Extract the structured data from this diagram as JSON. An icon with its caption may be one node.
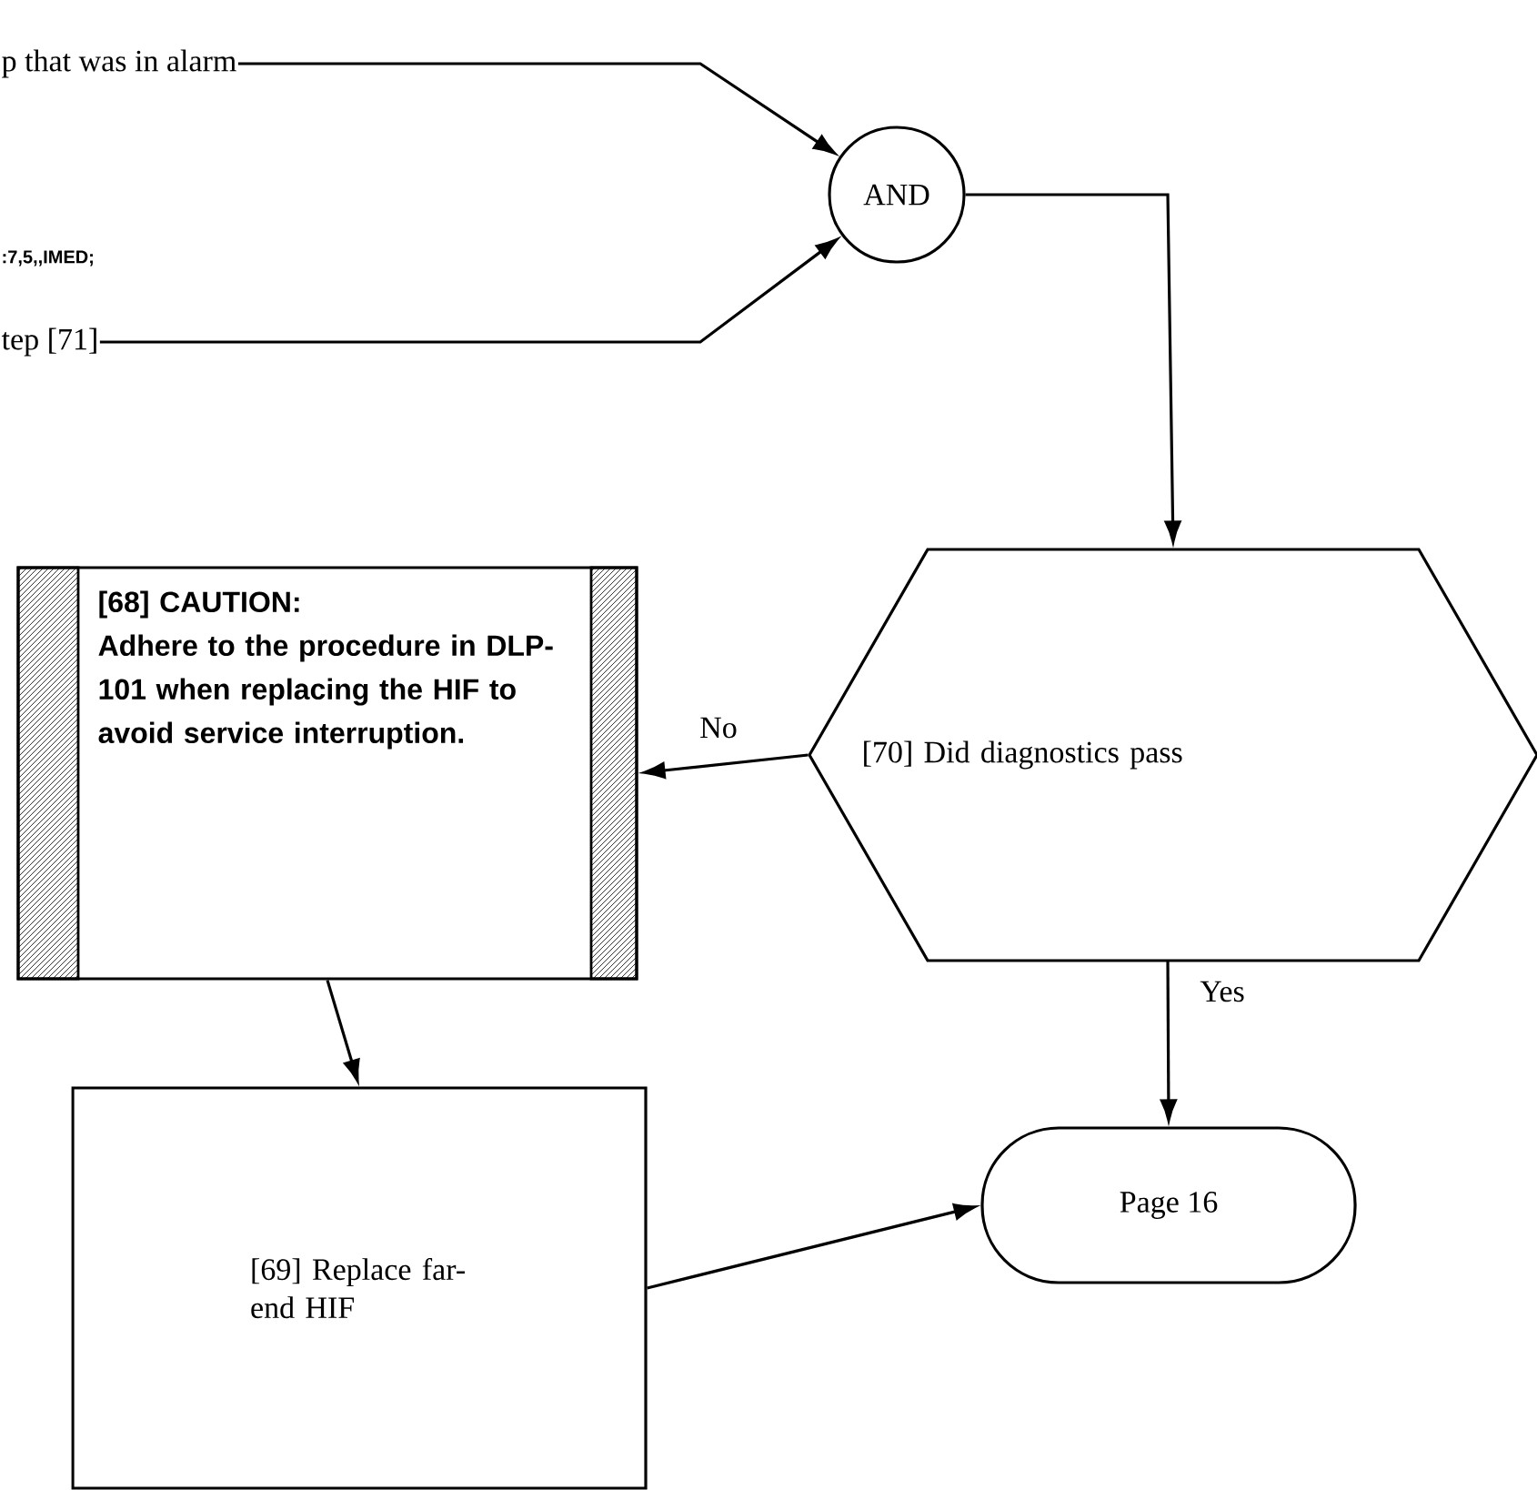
{
  "diagram": {
    "nodes": [
      {
        "text": [
          "p that was in alarm"
        ]
      },
      {
        "text": [
          "tep [71]"
        ]
      },
      {
        "text": [
          "AND"
        ]
      },
      {
        "text": [
          "[70]  Did diagnostics pass"
        ]
      },
      {
        "text": [
          "[68] CAUTION:",
          "Adhere to the procedure in DLP-101 when replacing the HIF to avoid service interruption."
        ]
      },
      {
        "text": [
          "[69]  Replace far-end HIF"
        ]
      },
      {
        "text": [
          "Page 16"
        ]
      }
    ],
    "edges": [
      {
        "from": 0,
        "to": 2,
        "arrow": "to"
      },
      {
        "from": 1,
        "to": 2,
        "arrow": "to"
      },
      {
        "from": 2,
        "to": 3,
        "arrow": "to"
      },
      {
        "from": 3,
        "to": 4,
        "arrow": "to",
        "label": "No"
      },
      {
        "from": 3,
        "to": 6,
        "arrow": "to",
        "label": "Yes"
      },
      {
        "from": 4,
        "to": 5,
        "arrow": "to"
      },
      {
        "from": 5,
        "to": 6,
        "arrow": "to"
      }
    ],
    "labels": [
      ":7,5,,IMED;"
    ]
  }
}
